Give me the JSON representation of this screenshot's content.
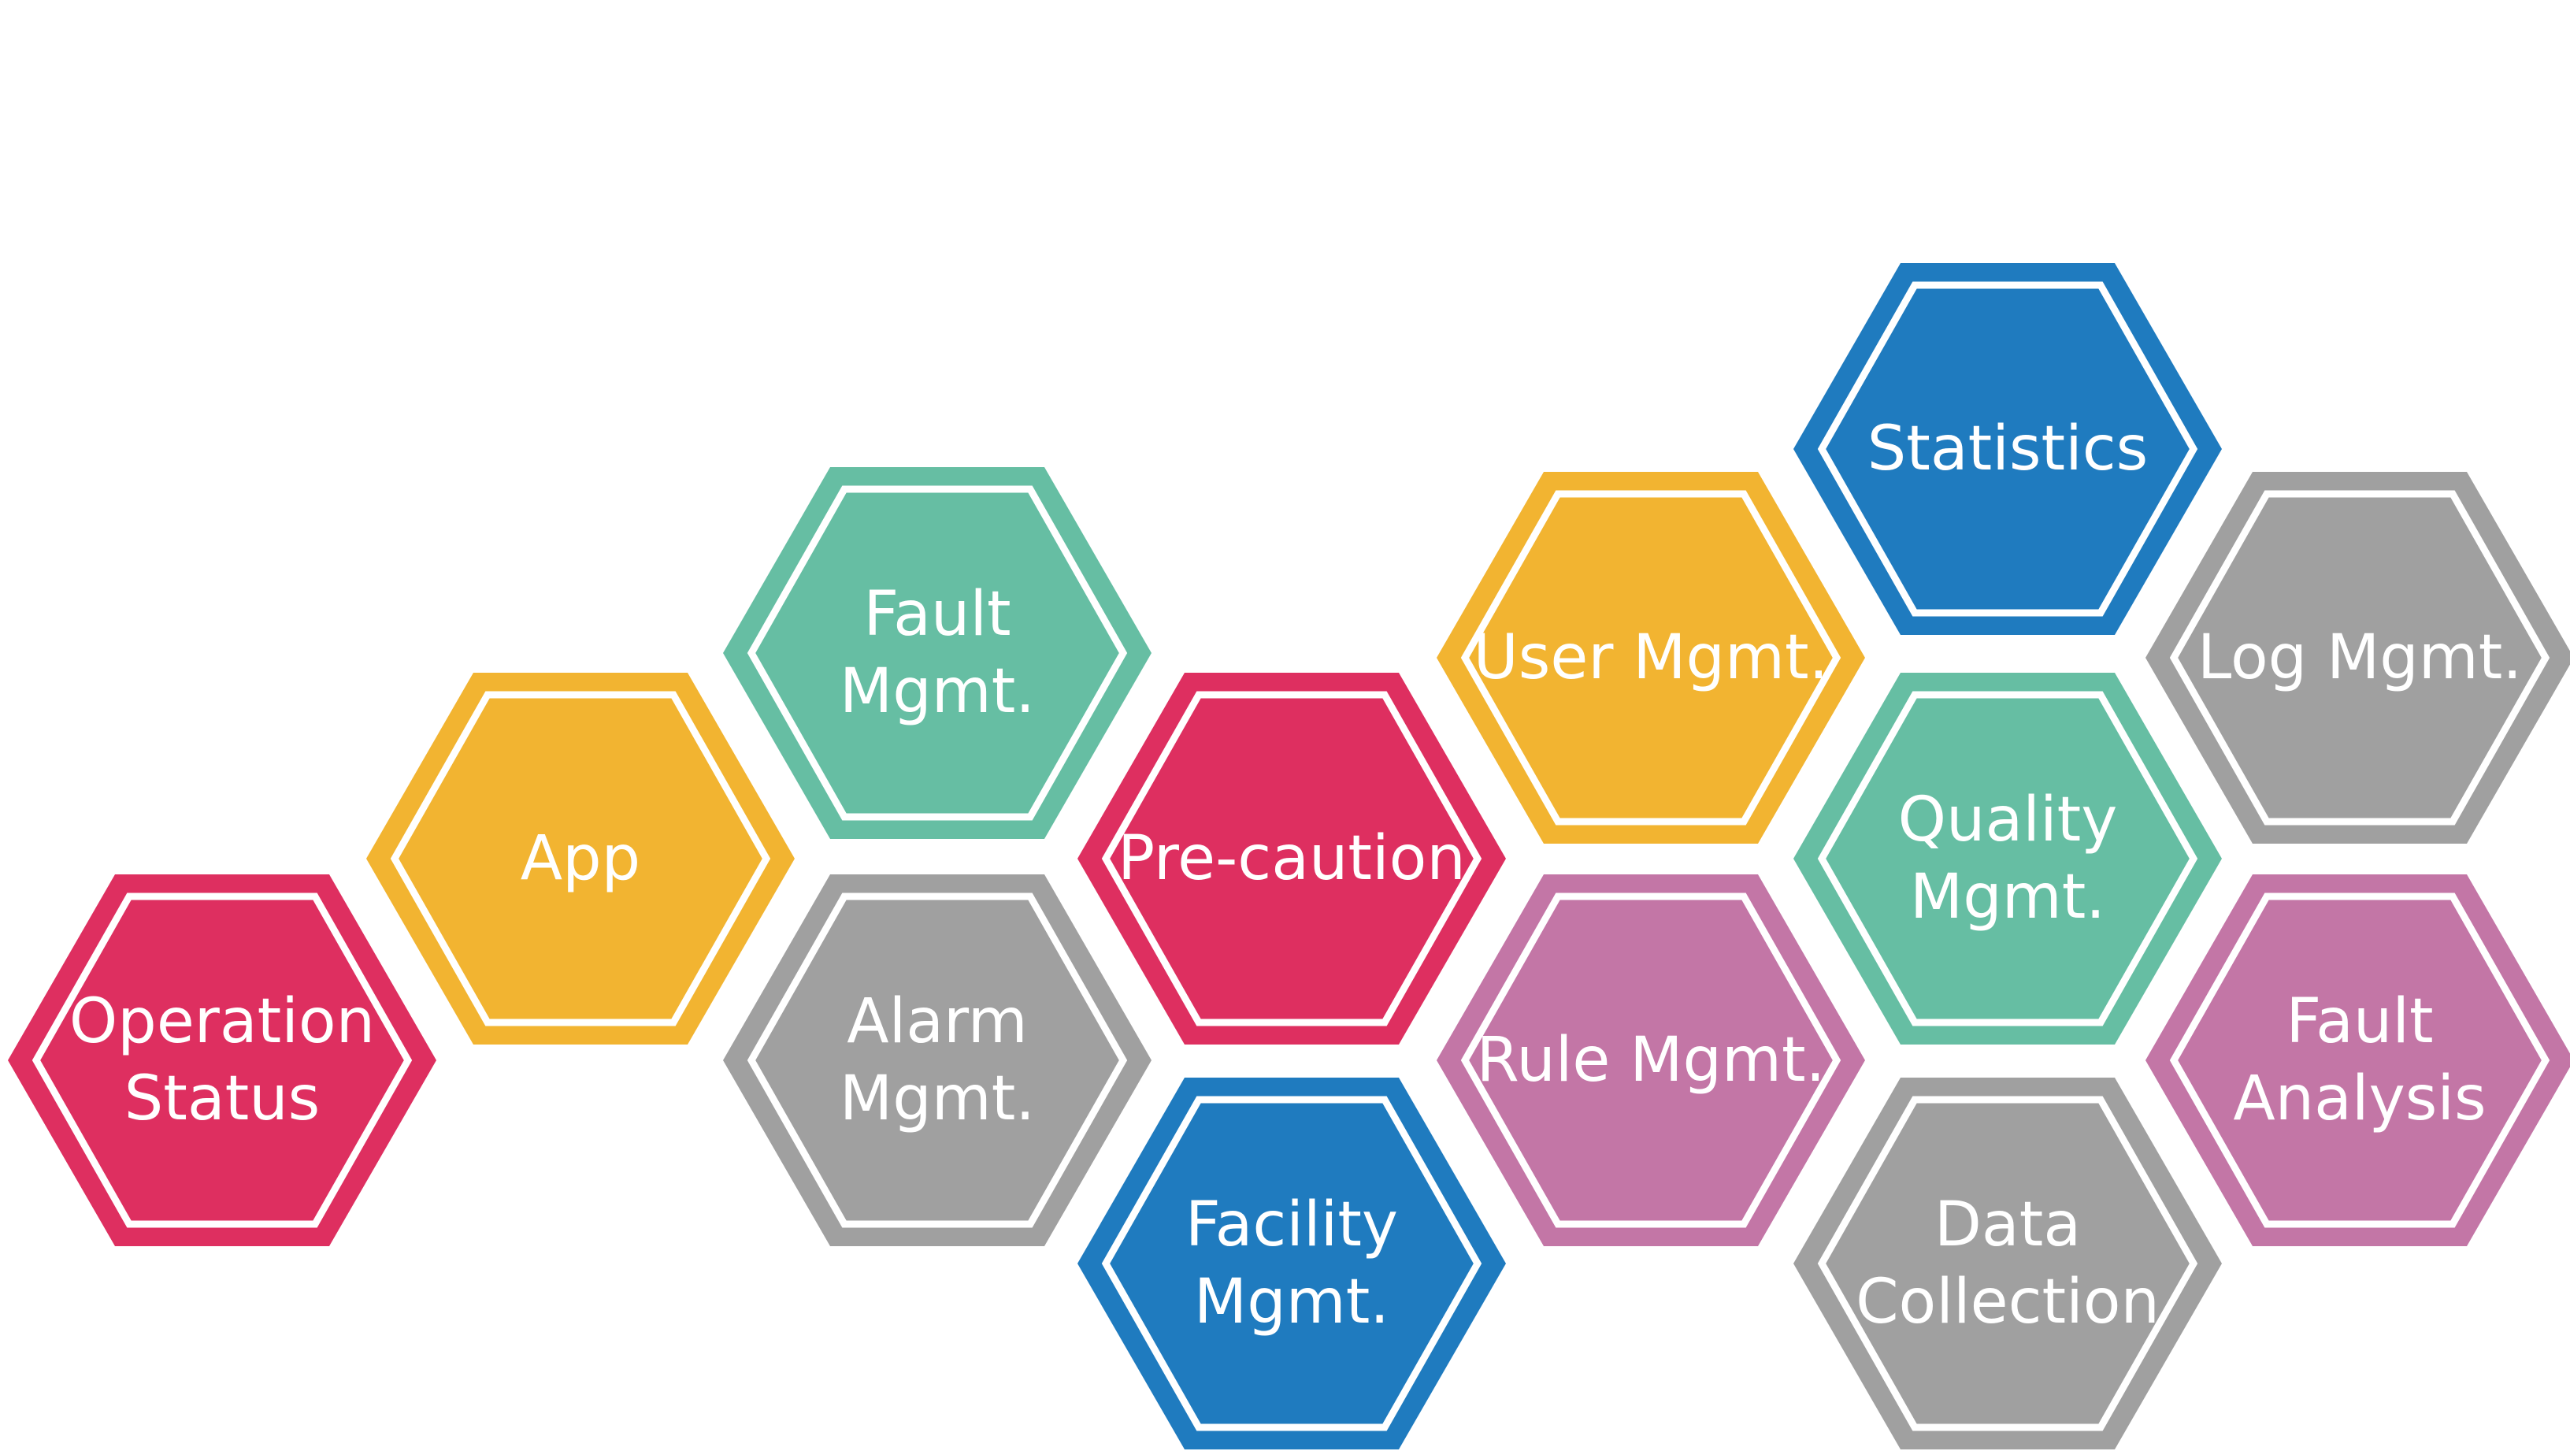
{
  "colors": {
    "crimson": "#DE2F60",
    "amber": "#F2B431",
    "teal": "#66BEA3",
    "gray": "#A0A0A0",
    "blue": "#1F7BBF",
    "mauve": "#C376A6",
    "background": "#FFFFFF",
    "label": "#FFFFFF"
  },
  "hexagons": [
    {
      "id": "operation-status",
      "lines": [
        "Operation",
        "Status"
      ],
      "color": "crimson"
    },
    {
      "id": "app",
      "lines": [
        "App"
      ],
      "color": "amber"
    },
    {
      "id": "fault-mgmt",
      "lines": [
        "Fault",
        "Mgmt."
      ],
      "color": "teal"
    },
    {
      "id": "alarm-mgmt",
      "lines": [
        "Alarm",
        "Mgmt."
      ],
      "color": "gray"
    },
    {
      "id": "pre-caution",
      "lines": [
        "Pre-caution"
      ],
      "color": "crimson"
    },
    {
      "id": "facility-mgmt",
      "lines": [
        "Facility",
        "Mgmt."
      ],
      "color": "blue"
    },
    {
      "id": "user-mgmt",
      "lines": [
        "User Mgmt."
      ],
      "color": "amber"
    },
    {
      "id": "rule-mgmt",
      "lines": [
        "Rule Mgmt."
      ],
      "color": "mauve"
    },
    {
      "id": "statistics",
      "lines": [
        "Statistics"
      ],
      "color": "blue"
    },
    {
      "id": "quality-mgmt",
      "lines": [
        "Quality",
        "Mgmt."
      ],
      "color": "teal"
    },
    {
      "id": "data-collection",
      "lines": [
        "Data",
        "Collection"
      ],
      "color": "gray"
    },
    {
      "id": "log-mgmt",
      "lines": [
        "Log Mgmt."
      ],
      "color": "gray"
    },
    {
      "id": "fault-analysis",
      "lines": [
        "Fault",
        "Analysis"
      ],
      "color": "mauve"
    }
  ]
}
